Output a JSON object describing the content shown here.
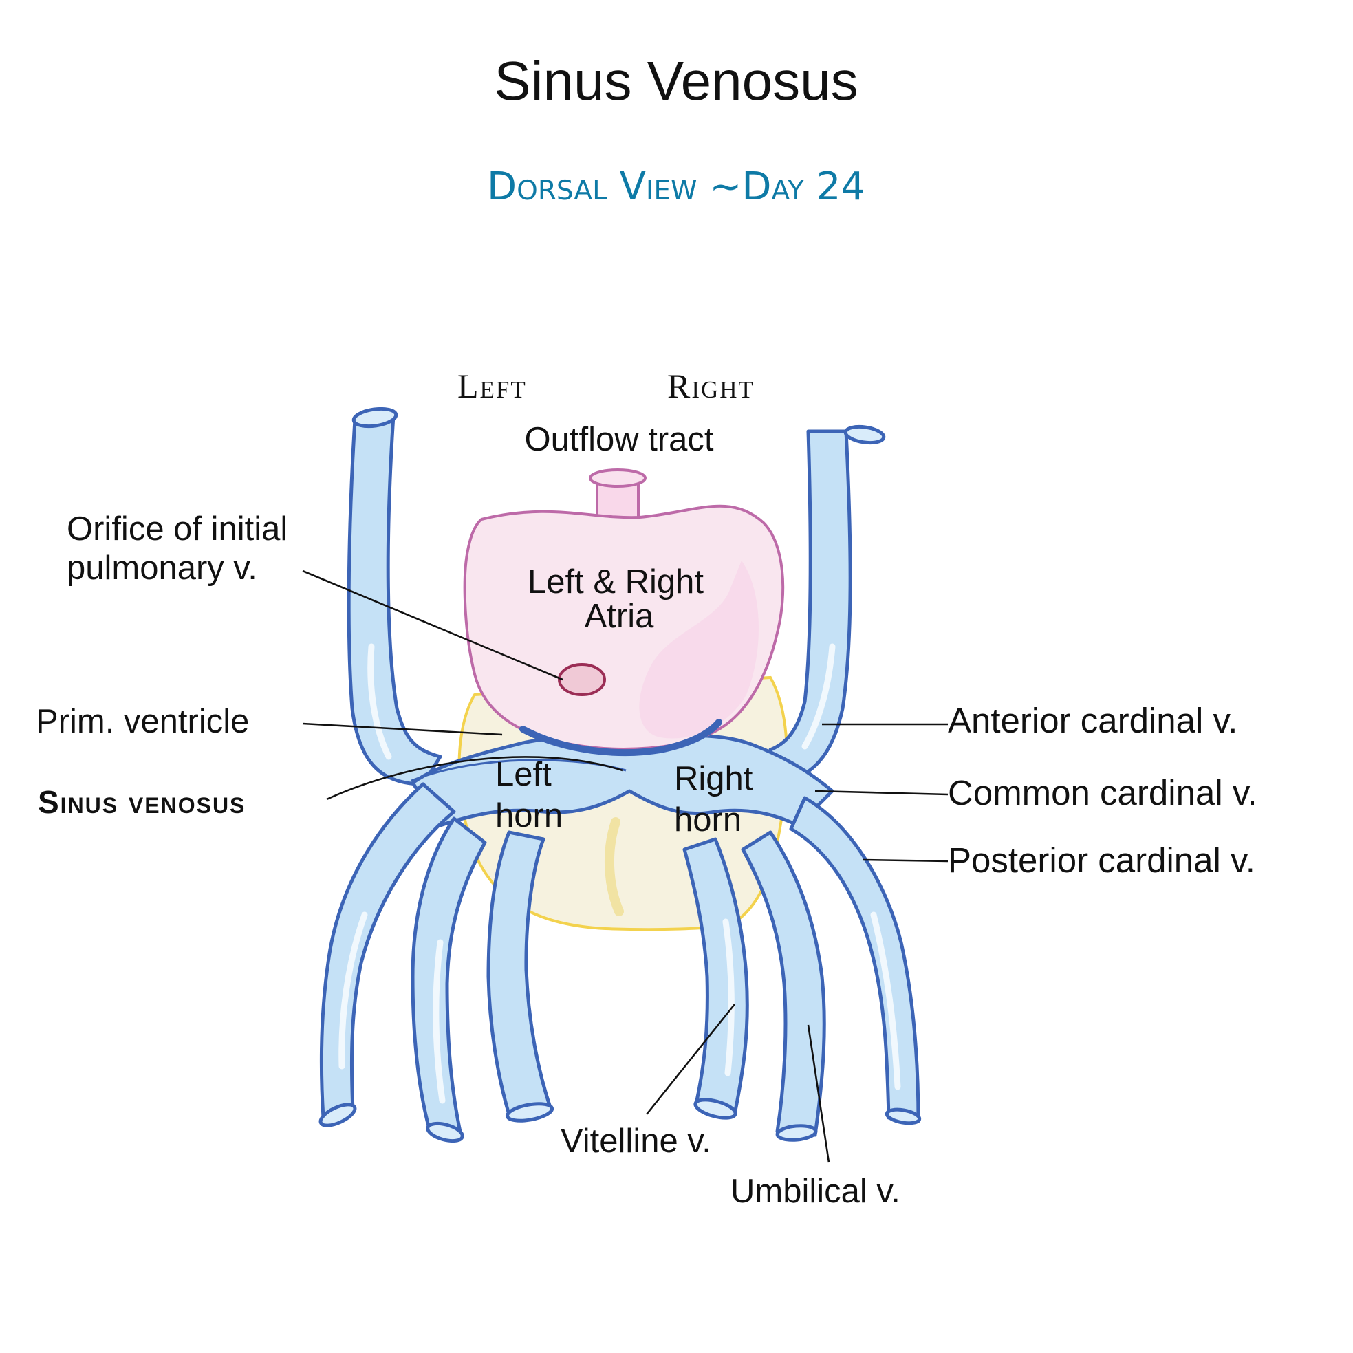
{
  "title": "Sinus Venosus",
  "subtitle": "Dorsal View ~Day 24",
  "orientation": {
    "left": "Left",
    "right": "Right"
  },
  "labels": {
    "outflow_tract": "Outflow tract",
    "atria_line1": "Left & Right",
    "atria_line2": "Atria",
    "pulmonary_line1": "Orifice of initial",
    "pulmonary_line2": "pulmonary v.",
    "prim_ventricle": "Prim. ventricle",
    "sinus_venosus": "Sinus venosus",
    "left_horn_line1": "Left",
    "left_horn_line2": "horn",
    "right_horn_line1": "Right",
    "right_horn_line2": "horn",
    "anterior_cardinal": "Anterior cardinal v.",
    "common_cardinal": "Common cardinal v.",
    "posterior_cardinal": "Posterior cardinal v.",
    "vitelline": "Vitelline v.",
    "umbilical": "Umbilical v."
  },
  "colors": {
    "vein_fill": "#c5e1f6",
    "vein_stroke": "#3c64b6",
    "atria_fill": "#f9e6ef",
    "atria_stroke": "#bd6aa8",
    "ventricle_fill": "#f6f2df",
    "ventricle_stroke": "#f3d24d",
    "subtitle": "#0e7aa6"
  }
}
